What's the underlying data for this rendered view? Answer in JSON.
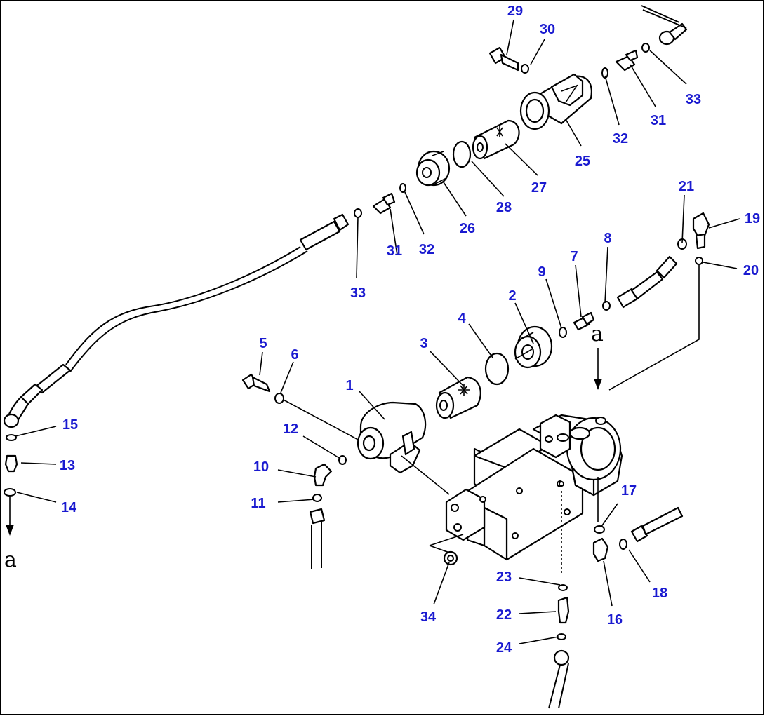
{
  "colors": {
    "label": "#1a1ad0",
    "line": "#000000",
    "background": "#ffffff"
  },
  "connection_mark": "a",
  "parts": [
    {
      "id": "p1",
      "text": "1",
      "leader": [
        [
          512,
          558
        ],
        [
          548,
          598
        ]
      ]
    },
    {
      "id": "p2",
      "text": "2",
      "leader": [
        [
          734,
          432
        ],
        [
          760,
          490
        ]
      ]
    },
    {
      "id": "p3",
      "text": "3",
      "leader": [
        [
          612,
          500
        ],
        [
          660,
          550
        ]
      ]
    },
    {
      "id": "p4",
      "text": "4",
      "leader": [
        [
          668,
          462
        ],
        [
          702,
          510
        ]
      ]
    },
    {
      "id": "p5",
      "text": "5",
      "leader": [
        [
          374,
          502
        ],
        [
          370,
          535
        ]
      ]
    },
    {
      "id": "p6",
      "text": "6",
      "leader": [
        [
          418,
          516
        ],
        [
          400,
          560
        ]
      ]
    },
    {
      "id": "p7",
      "text": "7",
      "leader": [
        [
          820,
          378
        ],
        [
          828,
          452
        ]
      ]
    },
    {
      "id": "p8",
      "text": "8",
      "leader": [
        [
          866,
          352
        ],
        [
          862,
          432
        ]
      ]
    },
    {
      "id": "p9",
      "text": "9",
      "leader": [
        [
          778,
          398
        ],
        [
          800,
          468
        ]
      ]
    },
    {
      "id": "p10",
      "text": "10",
      "leader": [
        [
          396,
          670
        ],
        [
          450,
          680
        ]
      ]
    },
    {
      "id": "p11",
      "text": "11",
      "leader": [
        [
          396,
          716
        ],
        [
          448,
          712
        ]
      ]
    },
    {
      "id": "p12",
      "text": "12",
      "leader": [
        [
          432,
          622
        ],
        [
          485,
          654
        ]
      ]
    },
    {
      "id": "p13",
      "text": "13",
      "leader": [
        [
          80,
          662
        ],
        [
          30,
          660
        ]
      ]
    },
    {
      "id": "p14",
      "text": "14",
      "leader": [
        [
          80,
          716
        ],
        [
          24,
          702
        ]
      ]
    },
    {
      "id": "p15",
      "text": "15",
      "leader": [
        [
          80,
          608
        ],
        [
          22,
          622
        ]
      ]
    },
    {
      "id": "p16",
      "text": "16",
      "leader": [
        [
          872,
          864
        ],
        [
          860,
          800
        ]
      ]
    },
    {
      "id": "p17",
      "text": "17",
      "leader": [
        [
          880,
          718
        ],
        [
          856,
          752
        ]
      ]
    },
    {
      "id": "p18",
      "text": "18",
      "leader": [
        [
          926,
          830
        ],
        [
          896,
          784
        ]
      ]
    },
    {
      "id": "p19",
      "text": "19",
      "leader": [
        [
          1054,
          312
        ],
        [
          1010,
          325
        ]
      ]
    },
    {
      "id": "p20",
      "text": "20",
      "leader": [
        [
          1050,
          383
        ],
        [
          1002,
          374
        ]
      ]
    },
    {
      "id": "p21",
      "text": "21",
      "leader": [
        [
          975,
          278
        ],
        [
          972,
          346
        ]
      ]
    },
    {
      "id": "p22",
      "text": "22",
      "leader": [
        [
          740,
          875
        ],
        [
          792,
          872
        ]
      ]
    },
    {
      "id": "p23",
      "text": "23",
      "leader": [
        [
          740,
          824
        ],
        [
          798,
          834
        ]
      ]
    },
    {
      "id": "p24",
      "text": "24",
      "leader": [
        [
          740,
          918
        ],
        [
          796,
          908
        ]
      ]
    },
    {
      "id": "p25",
      "text": "25",
      "leader": [
        [
          828,
          208
        ],
        [
          806,
          170
        ]
      ]
    },
    {
      "id": "p26",
      "text": "26",
      "leader": [
        [
          664,
          308
        ],
        [
          632,
          260
        ]
      ]
    },
    {
      "id": "p27",
      "text": "27",
      "leader": [
        [
          766,
          250
        ],
        [
          720,
          205
        ]
      ]
    },
    {
      "id": "p28",
      "text": "28",
      "leader": [
        [
          718,
          280
        ],
        [
          672,
          230
        ]
      ]
    },
    {
      "id": "p29",
      "text": "29",
      "leader": [
        [
          732,
          28
        ],
        [
          722,
          78
        ]
      ]
    },
    {
      "id": "p30",
      "text": "30",
      "leader": [
        [
          776,
          56
        ],
        [
          756,
          92
        ]
      ]
    },
    {
      "id": "p31a",
      "text": "31",
      "leader": [
        [
          566,
          364
        ],
        [
          556,
          298
        ]
      ]
    },
    {
      "id": "p31b",
      "text": "31",
      "leader": [
        [
          934,
          152
        ],
        [
          898,
          92
        ]
      ]
    },
    {
      "id": "p32a",
      "text": "32",
      "leader": [
        [
          604,
          334
        ],
        [
          576,
          272
        ]
      ]
    },
    {
      "id": "p32b",
      "text": "32",
      "leader": [
        [
          882,
          178
        ],
        [
          862,
          108
        ]
      ]
    },
    {
      "id": "p33a",
      "text": "33",
      "leader": [
        [
          508,
          396
        ],
        [
          510,
          310
        ]
      ]
    },
    {
      "id": "p33b",
      "text": "33",
      "leader": [
        [
          978,
          120
        ],
        [
          926,
          72
        ]
      ]
    },
    {
      "id": "p34",
      "text": "34",
      "leader": [
        [
          618,
          862
        ],
        [
          640,
          802
        ]
      ]
    }
  ]
}
